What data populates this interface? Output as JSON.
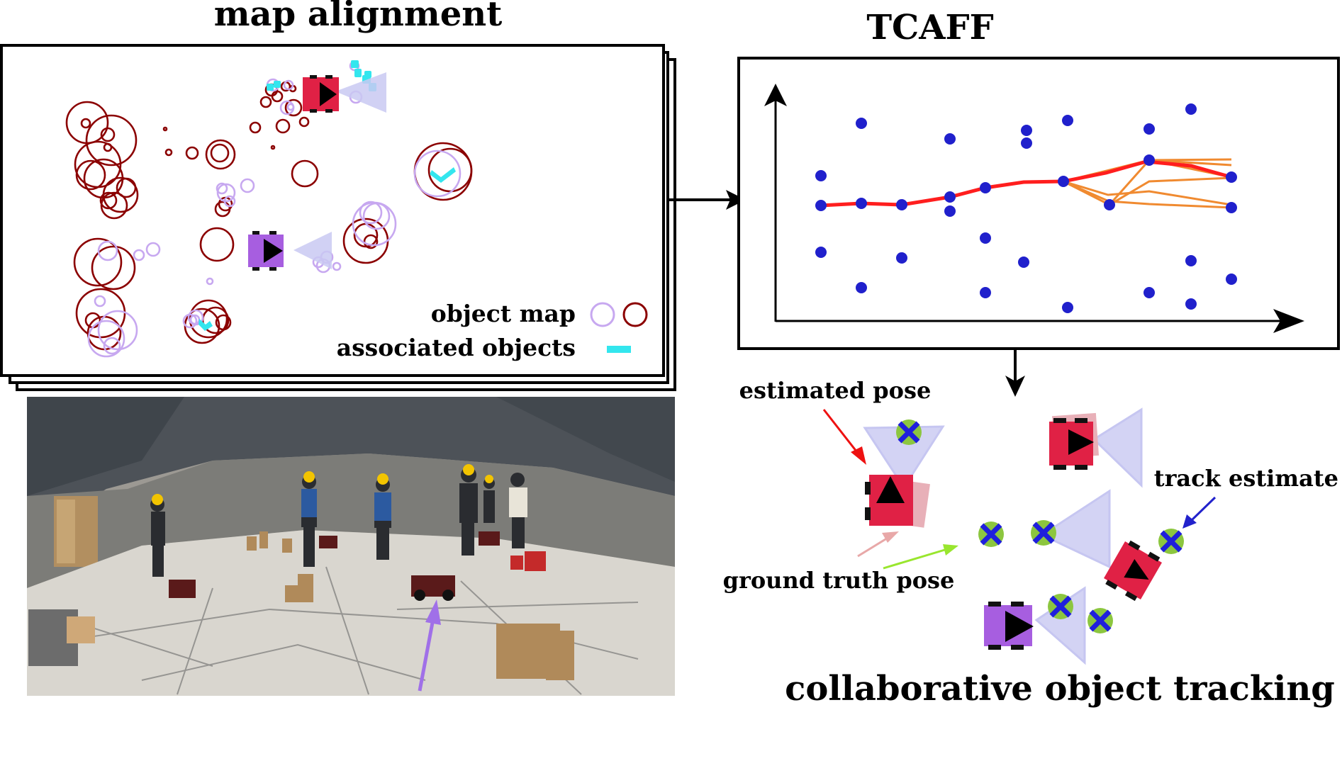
{
  "titles": {
    "map_alignment": "map alignment",
    "tcaff": "TCAFF",
    "collab": "collaborative object tracking"
  },
  "legend": {
    "object_map": "object map",
    "associated_objects": "associated objects"
  },
  "annotations": {
    "estimated_pose": "estimated pose",
    "ground_truth_pose": "ground truth pose",
    "track_estimate": "track estimate"
  },
  "colors": {
    "dark_red_circle": "#8b0000",
    "lavender_circle": "#c7a8f0",
    "cyan_assoc": "#33e6ee",
    "robot_red": "#e02145",
    "robot_purple": "#a75ee0",
    "fov_fill": "#c9c9f2",
    "tcaff_dot": "#2020cc",
    "tcaff_main_path": "#ff1e1e",
    "tcaff_branch": "#f08a30",
    "track_green": "#8cc63f",
    "track_x": "#1f1fdc",
    "arrow_red": "#ee1111",
    "arrow_pink": "#e8a8a8",
    "arrow_green": "#99e62e",
    "arrow_blue": "#2222cc",
    "photo_arrow": "#a070e8"
  },
  "icons": [
    "robot-icon",
    "camera-fov-icon",
    "track-estimate-icon",
    "right-arrow-icon",
    "down-arrow-icon"
  ]
}
